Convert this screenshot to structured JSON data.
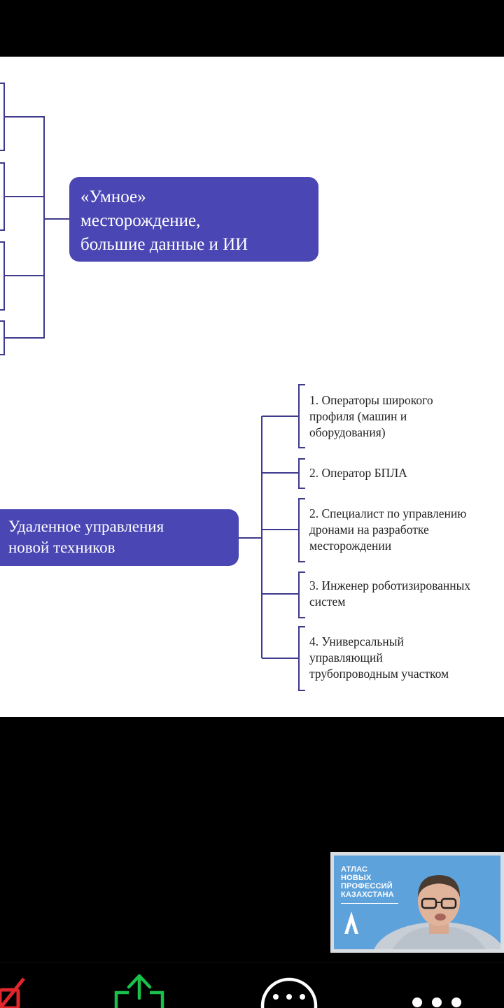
{
  "slide": {
    "upper": {
      "node_label_lines": [
        "«Умное»",
        "месторождение,",
        "большие данные и ИИ"
      ]
    },
    "lower": {
      "node_label_lines": [
        "Удаленное управления",
        "новой техников"
      ],
      "branches": [
        {
          "lines": [
            "1. Операторы широкого",
            "профиля (машин и",
            "оборудования)"
          ]
        },
        {
          "lines": [
            "2. Оператор БПЛА"
          ]
        },
        {
          "lines": [
            "2. Специалист по управлению",
            "дронами на разработке",
            "месторождении"
          ]
        },
        {
          "lines": [
            "3. Инженер роботизированных",
            "систем"
          ]
        },
        {
          "lines": [
            "4. Универсальный",
            "управляющий",
            "трубопроводным участком"
          ]
        }
      ]
    }
  },
  "webcam": {
    "logo_lines": [
      "АТЛАС",
      "НОВЫХ",
      "ПРОФЕССИЙ",
      "КАЗАХСТАНА"
    ],
    "logo_mark": "А"
  },
  "toolbar": {
    "icons": [
      "stop-video-icon",
      "share-screen-icon",
      "reactions-icon",
      "more-icon"
    ]
  },
  "colors": {
    "node_fill": "#4a46b4",
    "connector": "#3e3a8e",
    "screen_bg": "#000000",
    "webcam_bg": "#5ea2dc",
    "share_green": "#19c24a",
    "stop_red": "#e0262b"
  }
}
